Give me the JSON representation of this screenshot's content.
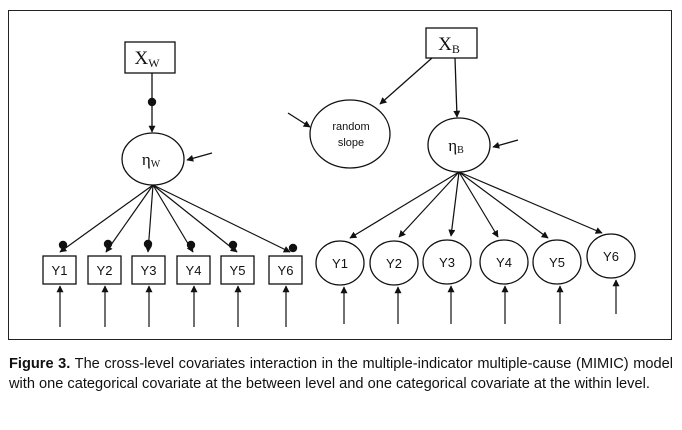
{
  "nodes": {
    "xw": {
      "main": "X",
      "sub": "W"
    },
    "xb": {
      "main": "X",
      "sub": "B"
    },
    "eta_w": {
      "main": "η",
      "sub": "W"
    },
    "eta_b": {
      "main": "η",
      "sub": "B"
    },
    "random_slope": {
      "line1": "random",
      "line2": "slope"
    },
    "within_indicators": [
      "Y1",
      "Y2",
      "Y3",
      "Y4",
      "Y5",
      "Y6"
    ],
    "between_indicators": [
      "Y1",
      "Y2",
      "Y3",
      "Y4",
      "Y5",
      "Y6"
    ]
  },
  "caption": {
    "label": "Figure 3.",
    "text": " The cross-level covariates interaction in the multiple-indicator multiple-cause (MIMIC) model with one categorical covariate at the between level and one categorical covariate at the within level."
  }
}
